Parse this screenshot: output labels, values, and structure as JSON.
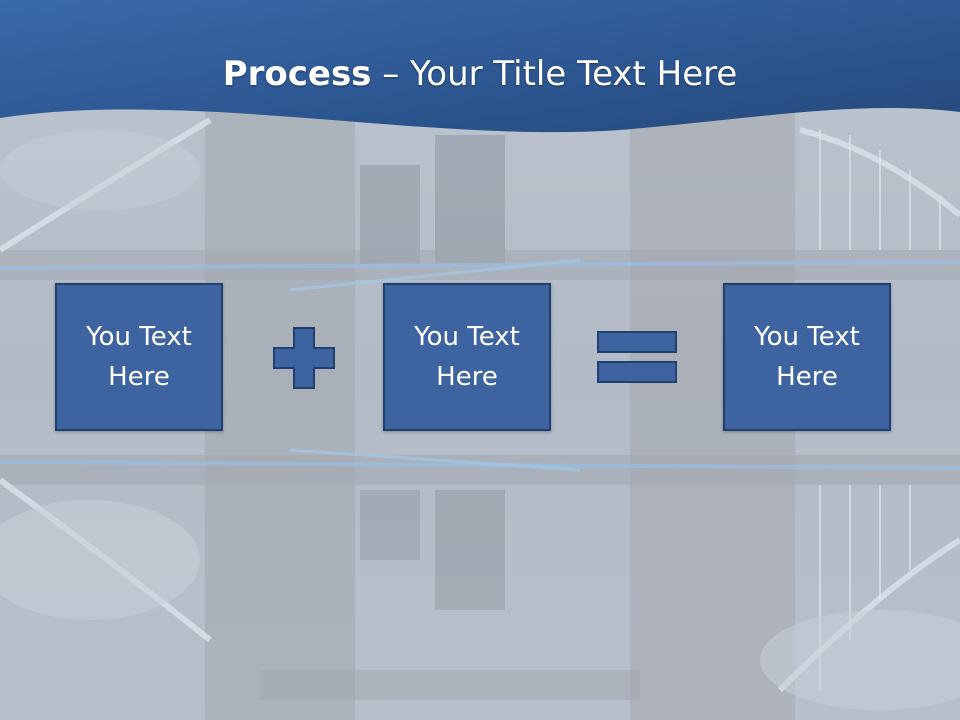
{
  "slide": {
    "title_bold": "Process",
    "title_rest": " – Your Title Text Here",
    "boxes": [
      {
        "text": "You Text\nHere"
      },
      {
        "text": "You Text\nHere"
      },
      {
        "text": "You Text\nHere"
      }
    ],
    "operators": [
      "plus",
      "equals"
    ]
  },
  "colors": {
    "header": "#2f5a93",
    "box_fill": "#3d63a0",
    "box_border": "#22406e"
  }
}
